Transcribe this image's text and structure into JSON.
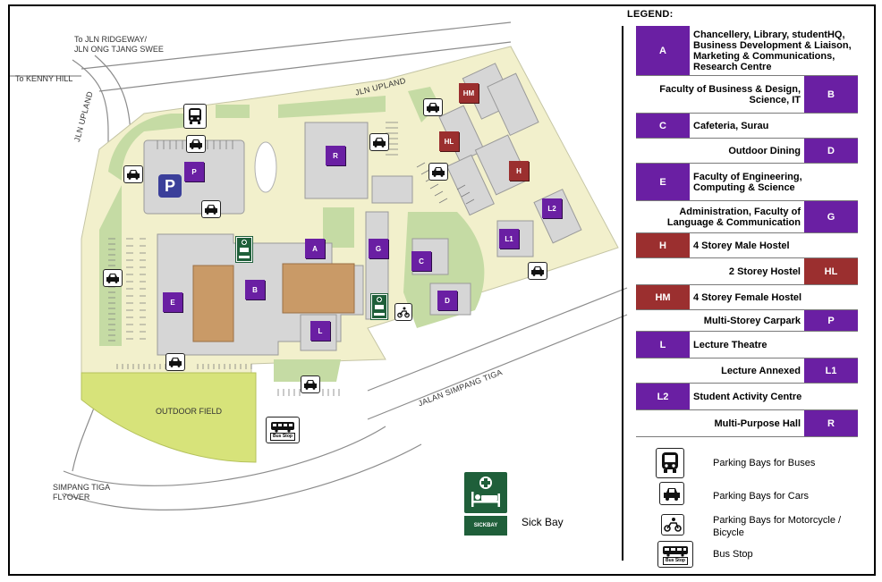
{
  "map": {
    "roads": {
      "ridgeway": "To JLN RIDGEWAY/\nJLN ONG TJANG SWEE",
      "kenny_hill": "To KENNY HILL",
      "jln_upland_west": "JLN UPLAND",
      "jln_upland_north": "JLN UPLAND",
      "simpang_tiga": "JALAN SIMPANG TIGA",
      "flyover": "SIMPANG TIGA\nFLYOVER"
    },
    "outdoor_field": "OUTDOOR FIELD",
    "parking_symbol": "P",
    "bus_stop_text": "Bus Stop",
    "buildings": [
      {
        "code": "P",
        "color": "purple"
      },
      {
        "code": "R",
        "color": "purple"
      },
      {
        "code": "A",
        "color": "purple"
      },
      {
        "code": "G",
        "color": "purple"
      },
      {
        "code": "C",
        "color": "purple"
      },
      {
        "code": "D",
        "color": "purple"
      },
      {
        "code": "E",
        "color": "purple"
      },
      {
        "code": "B",
        "color": "purple"
      },
      {
        "code": "L",
        "color": "purple"
      },
      {
        "code": "L1",
        "color": "purple"
      },
      {
        "code": "L2",
        "color": "purple"
      },
      {
        "code": "HM",
        "color": "red"
      },
      {
        "code": "HL",
        "color": "red"
      },
      {
        "code": "H",
        "color": "red"
      }
    ],
    "sick_bay_label": "Sick Bay",
    "sick_bay_badge": "SICKBAY"
  },
  "legend": {
    "title": "LEGEND:",
    "items": [
      {
        "code": "A",
        "text": "Chancellery, Library, studentHQ, Business Development & Liaison, Marketing & Communications, Research Centre",
        "align": "left",
        "color": "#6a1fa3"
      },
      {
        "code": "B",
        "text": "Faculty of Business & Design, Science, IT",
        "align": "right",
        "color": "#6a1fa3"
      },
      {
        "code": "C",
        "text": "Cafeteria, Surau",
        "align": "left",
        "color": "#6a1fa3"
      },
      {
        "code": "D",
        "text": "Outdoor Dining",
        "align": "right",
        "color": "#6a1fa3"
      },
      {
        "code": "E",
        "text": "Faculty of Engineering, Computing & Science",
        "align": "left",
        "color": "#6a1fa3"
      },
      {
        "code": "G",
        "text": "Administration, Faculty of Language & Communication",
        "align": "right",
        "color": "#6a1fa3"
      },
      {
        "code": "H",
        "text": "4 Storey Male Hostel",
        "align": "left",
        "color": "#9b2f2f"
      },
      {
        "code": "HL",
        "text": "2 Storey Hostel",
        "align": "right",
        "color": "#9b2f2f"
      },
      {
        "code": "HM",
        "text": "4 Storey Female Hostel",
        "align": "left",
        "color": "#9b2f2f"
      },
      {
        "code": "P",
        "text": "Multi-Storey Carpark",
        "align": "right",
        "color": "#6a1fa3"
      },
      {
        "code": "L",
        "text": "Lecture Theatre",
        "align": "left",
        "color": "#6a1fa3"
      },
      {
        "code": "L1",
        "text": "Lecture Annexed",
        "align": "right",
        "color": "#6a1fa3"
      },
      {
        "code": "L2",
        "text": "Student Activity Centre",
        "align": "left",
        "color": "#6a1fa3"
      },
      {
        "code": "R",
        "text": "Multi-Purpose Hall",
        "align": "right",
        "color": "#6a1fa3"
      }
    ],
    "icons": [
      {
        "icon": "bus-icon",
        "text": "Parking Bays for Buses"
      },
      {
        "icon": "car-icon",
        "text": "Parking Bays for Cars"
      },
      {
        "icon": "motorcycle-icon",
        "text": "Parking Bays for Motorcycle /\nBicycle"
      },
      {
        "icon": "bus-stop-icon",
        "text": "Bus Stop"
      }
    ]
  },
  "colors": {
    "purple": "#6a1fa3",
    "red": "#9b2f2f",
    "grass": "#c5dba4",
    "campus": "#f2f0cc",
    "field": "#d7e37a",
    "building": "#d6d6d6",
    "hall_roof": "#c99a67"
  }
}
